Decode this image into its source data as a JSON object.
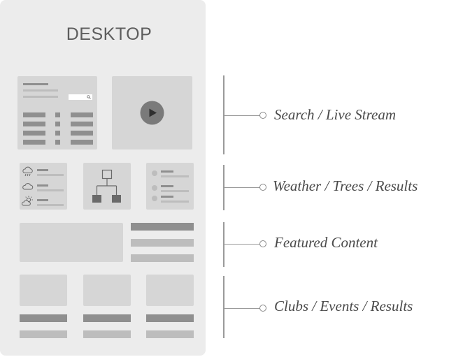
{
  "title": "DESKTOP",
  "sections": [
    {
      "label": "Search / Live Stream"
    },
    {
      "label": "Weather / Trees / Results"
    },
    {
      "label": "Featured Content"
    },
    {
      "label": "Clubs / Events / Results"
    }
  ],
  "colors": {
    "device_bg": "#ececec",
    "card_fill": "#d6d6d6",
    "dark_bar": "#8f8f8f",
    "light_bar": "#bdbdbd",
    "label_text": "#4a4a4a"
  },
  "icons": [
    "search-icon",
    "play-icon",
    "rain-cloud-icon",
    "cloud-icon",
    "sun-cloud-icon",
    "tree-diagram-icon"
  ]
}
